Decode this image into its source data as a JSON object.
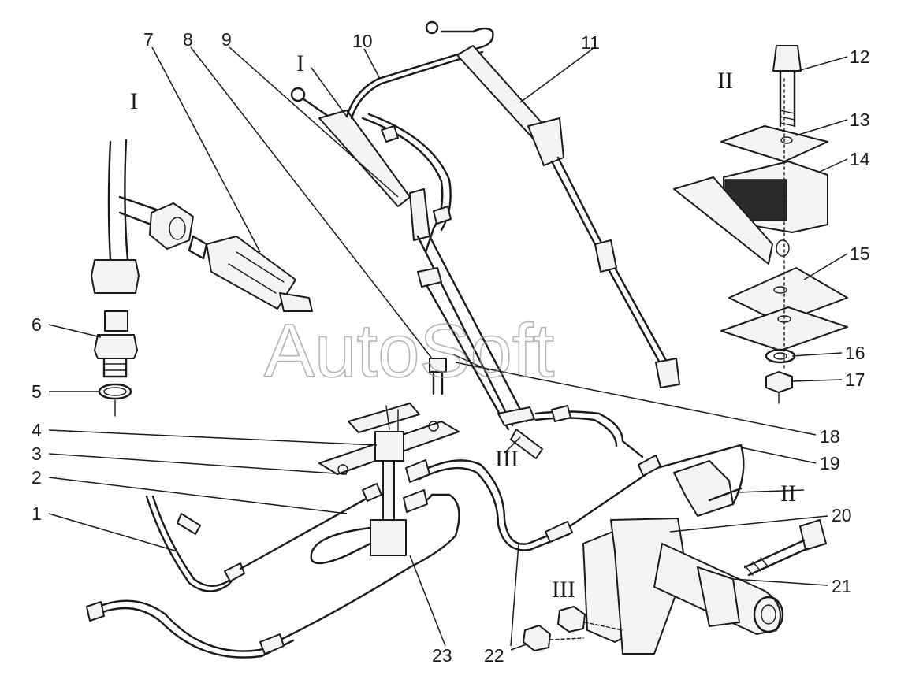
{
  "watermark": "AutoSoft",
  "callouts": [
    "1",
    "2",
    "3",
    "4",
    "5",
    "6",
    "7",
    "8",
    "9",
    "10",
    "11",
    "12",
    "13",
    "14",
    "15",
    "16",
    "17",
    "18",
    "19",
    "20",
    "21",
    "22",
    "23"
  ],
  "view_markers": {
    "detail_I_view": "I",
    "detail_I_callout": "I",
    "detail_II_view": "II",
    "detail_II_callout": "II",
    "detail_III_view": "III",
    "detail_III_callout": "III"
  }
}
